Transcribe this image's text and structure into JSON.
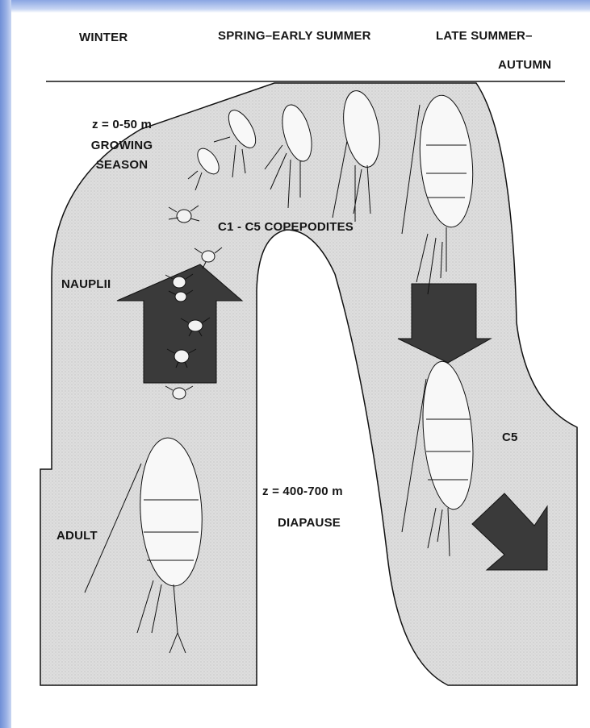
{
  "header": {
    "winter": "WINTER",
    "spring": "SPRING–EARLY SUMMER",
    "late_summer_line1": "LATE SUMMER–",
    "late_summer_line2": "AUTUMN"
  },
  "labels": {
    "depth_surface": "z = 0-50 m",
    "growing": "GROWING",
    "season": "SEASON",
    "copepodites": "C1 - C5 COPEPODITES",
    "nauplii": "NAUPLII",
    "c5": "C5",
    "depth_deep": "z = 400-700 m",
    "diapause": "DIAPAUSE",
    "adult": "ADULT"
  },
  "colors": {
    "region_fill": "#dcdcdc",
    "arrow_fill": "#3b3b3b",
    "outline": "#111111",
    "accent_strip": "#7f9bde"
  }
}
